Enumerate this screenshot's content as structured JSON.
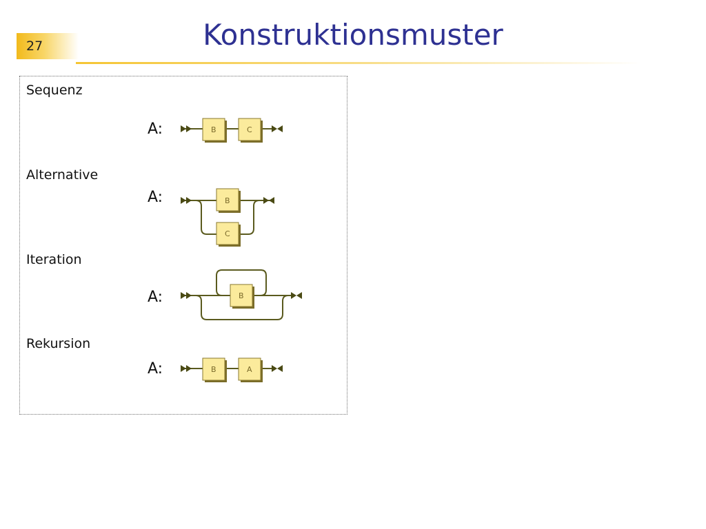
{
  "slide": {
    "number": "27",
    "title": "Konstruktionsmuster"
  },
  "sections": [
    {
      "name": "Sequenz",
      "rule": "A:",
      "boxes": [
        "B",
        "C"
      ]
    },
    {
      "name": "Alternative",
      "rule": "A:",
      "boxes": [
        "B",
        "C"
      ]
    },
    {
      "name": "Iteration",
      "rule": "A:",
      "boxes": [
        "B"
      ]
    },
    {
      "name": "Rekursion",
      "rule": "A:",
      "boxes": [
        "B",
        "A"
      ]
    }
  ],
  "colors": {
    "title": "#2e3192",
    "box_fill": "#fbeb9c",
    "rail": "#5a5a1e",
    "accent": "#f2ba1c"
  }
}
